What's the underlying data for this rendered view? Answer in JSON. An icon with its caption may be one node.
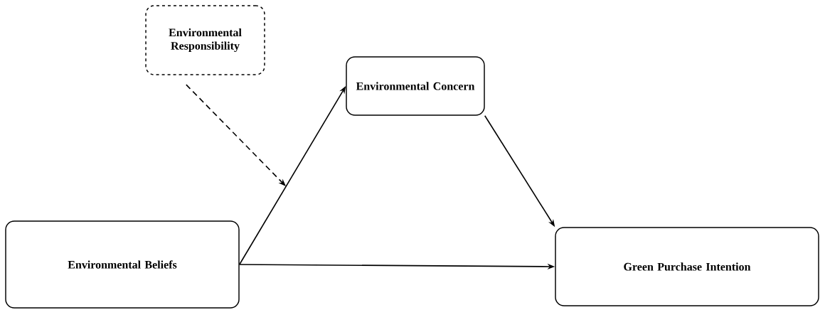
{
  "diagram": {
    "nodes": [
      {
        "text": [
          "Environmental Responsibility"
        ]
      },
      {
        "text": [
          "Environmental Concern"
        ]
      },
      {
        "text": [
          "Environmental Beliefs"
        ]
      },
      {
        "text": [
          "Green Purchase Intention"
        ]
      }
    ],
    "edges": [
      {
        "from": 0,
        "to": null,
        "arrow": "to",
        "style": "dashed"
      },
      {
        "from": 2,
        "to": 1,
        "arrow": "to"
      },
      {
        "from": 1,
        "to": 3,
        "arrow": "to"
      },
      {
        "from": 2,
        "to": 3,
        "arrow": "to"
      }
    ]
  }
}
